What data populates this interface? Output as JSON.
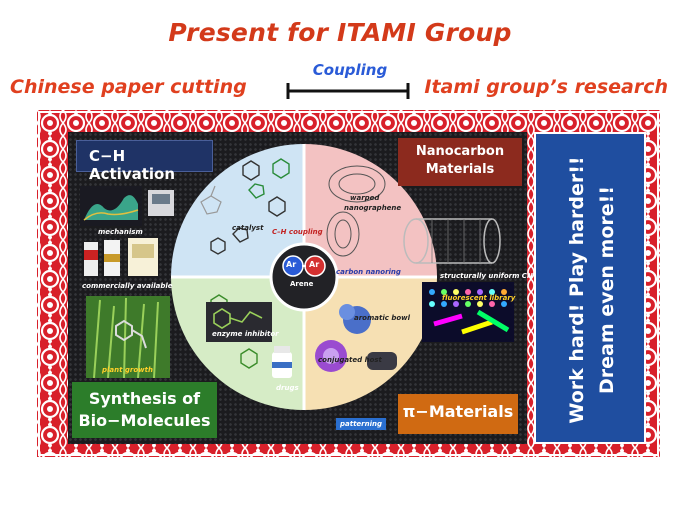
{
  "header": {
    "title": "Present for ITAMI Group",
    "left_subtitle": "Chinese paper cutting",
    "right_subtitle": "Itami group’s research",
    "coupling_label": "Coupling"
  },
  "quadrants": {
    "ch_activation": "C−H Activation",
    "nanocarbon_line1": "Nanocarbon",
    "nanocarbon_line2": "Materials",
    "bio_line1": "Synthesis of",
    "bio_line2": "Bio−Molecules",
    "pi_materials": "π−Materials"
  },
  "center": {
    "ar_left": "Ar",
    "ar_right": "Ar",
    "arene": "Arene"
  },
  "captions": {
    "catalyst": "catalyst",
    "ch_coupling": "C–H coupling",
    "mechanism": "mechanism",
    "commercially_available": "commercially available",
    "warped_line1": "warped",
    "warped_line2": "nanographene",
    "carbon_nanoring": "carbon nanoring",
    "uniform_cnt": "structurally uniform CNT",
    "enzyme_inhibitor": "enzyme inhibitor",
    "plant_growth": "plant growth",
    "drugs": "drugs",
    "aromatic_bowl": "aromatic bowl",
    "fluorescent_library": "fluorescent library",
    "conjugated_host": "conjugated host",
    "patterning": "patterning"
  },
  "sidebar": {
    "line1": "Work hard! Play harder!!",
    "line2": "Dream even more!!"
  },
  "colors": {
    "title_red": "#d33a1a",
    "coupling_blue": "#2a5bd7",
    "frame_red": "#d8202a",
    "ch_blue": "#1f3366",
    "nano_red": "#8c2a1e",
    "bio_green": "#2c7d2a",
    "pi_orange": "#d06a12",
    "sidebar_blue": "#1f4ea0"
  }
}
